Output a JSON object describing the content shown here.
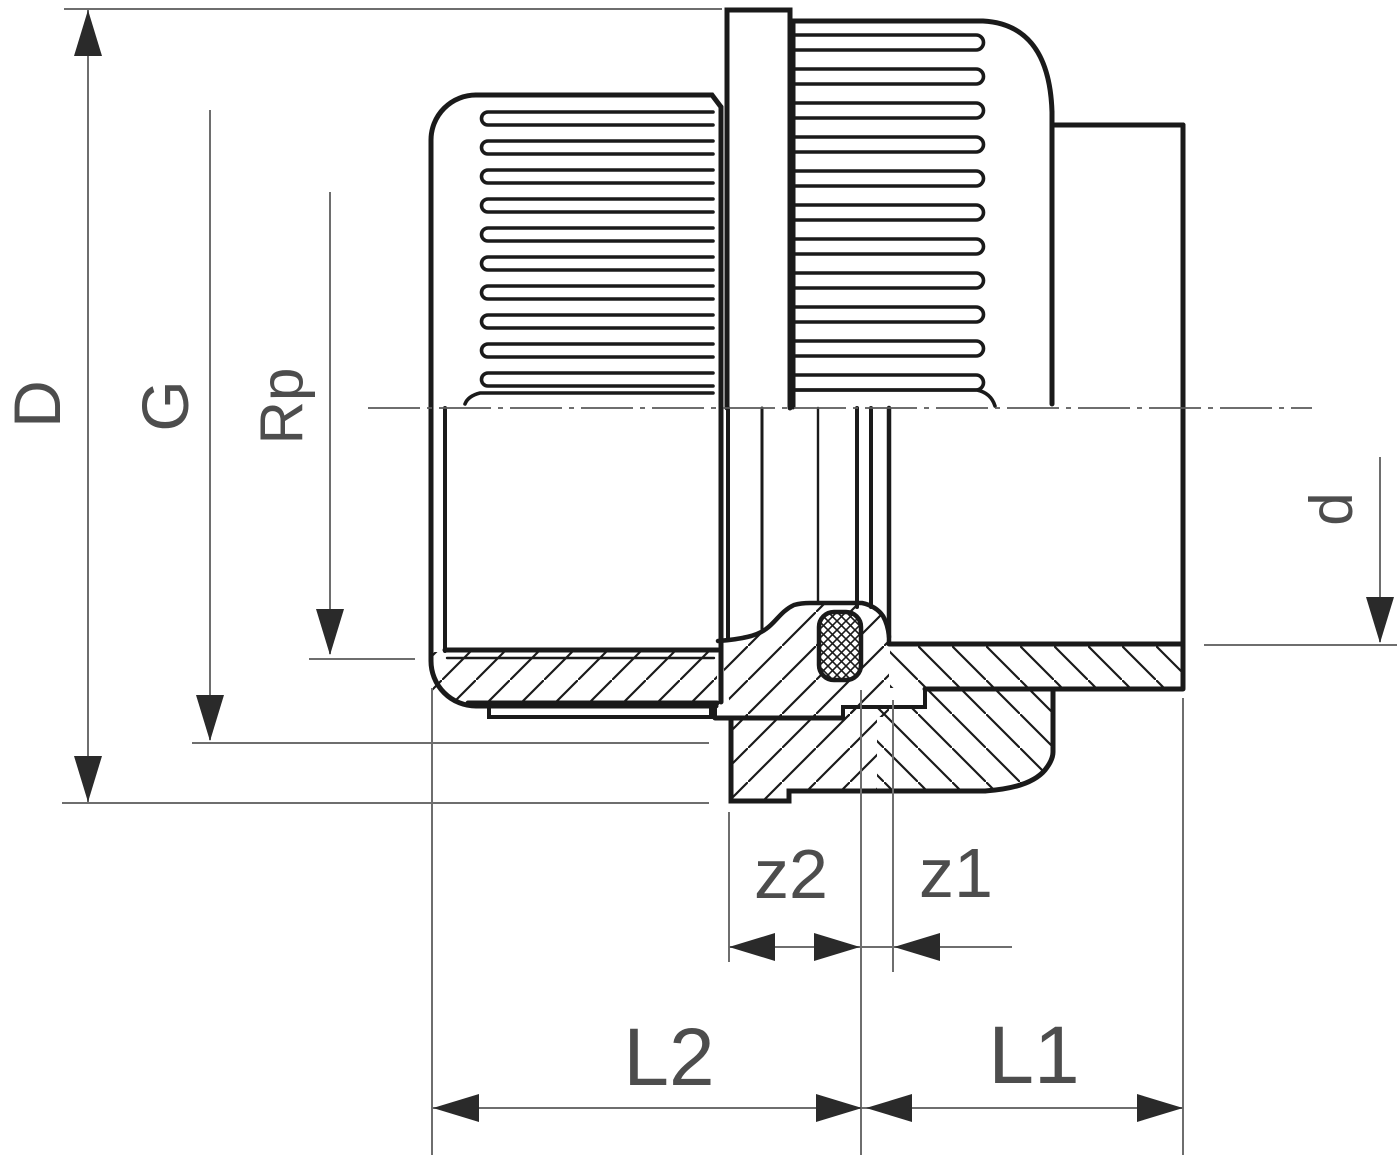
{
  "drawing": {
    "type": "technical-cross-section",
    "subject": "pipe union adapter with solvent socket and female thread, half-section view",
    "colors": {
      "background": "#ffffff",
      "outline": "#1a1a1a",
      "dimension_line": "#6e6e6e",
      "arrow": "#2a2a2a",
      "label_text": "#4d4d4d"
    },
    "labels": {
      "D": "D",
      "G": "G",
      "Rp": "Rp",
      "d": "d",
      "z2": "z2",
      "z1": "z1",
      "L2": "L2",
      "L1": "L1"
    }
  }
}
